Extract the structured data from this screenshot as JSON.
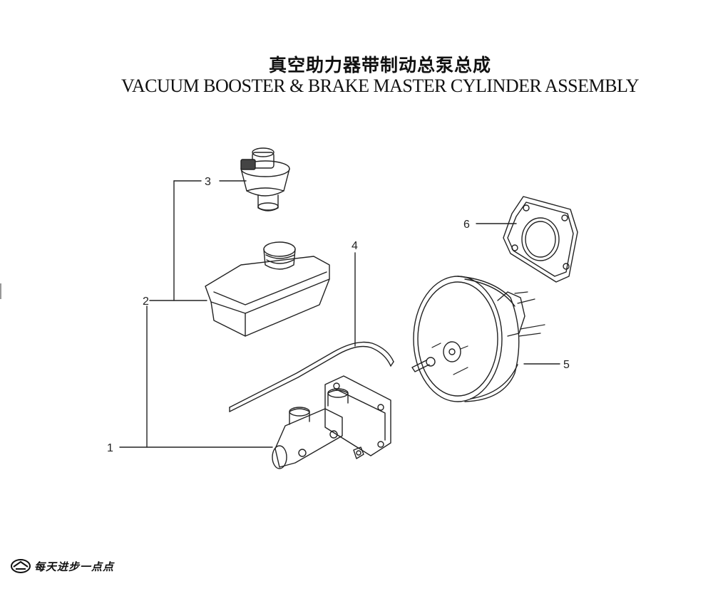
{
  "title": {
    "chinese": "真空助力器带制动总泵总成",
    "english": "VACUUM BOOSTER & BRAKE MASTER CYLINDER ASSEMBLY"
  },
  "callouts": [
    "1",
    "2",
    "3",
    "4",
    "5",
    "6"
  ],
  "parts": {
    "p1": "brake-master-cylinder",
    "p2": "brake-fluid-reservoir",
    "p3": "reservoir-cap",
    "p4": "brake-pipe",
    "p5": "vacuum-booster",
    "p6": "booster-gasket"
  },
  "footer": {
    "logo_icon": "manufacturer-emblem-icon",
    "brand_text": "每天进步一点点"
  },
  "colors": {
    "line": "#222222",
    "background": "#ffffff"
  }
}
